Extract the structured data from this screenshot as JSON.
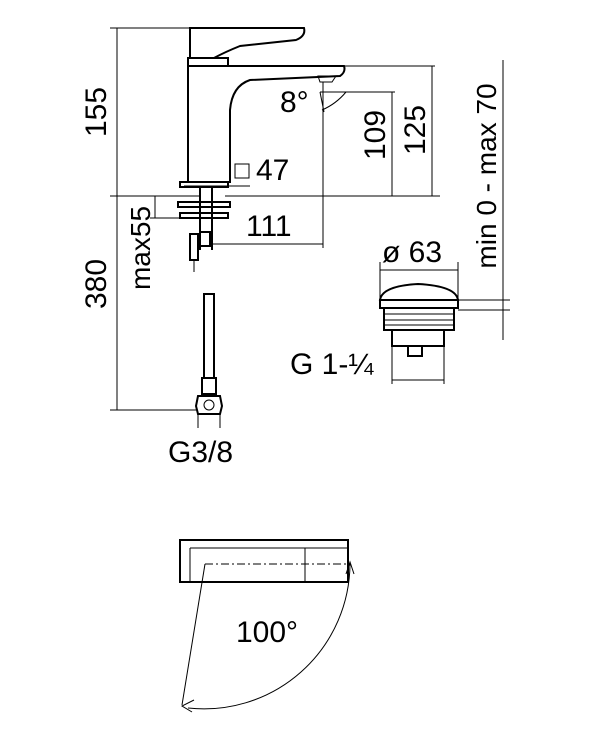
{
  "dimensions": {
    "height_total": "155",
    "spout_angle": "8°",
    "spout_height_1": "109",
    "spout_height_2": "125",
    "body_square": "47",
    "max_deck": "max55",
    "reach": "111",
    "hose_length": "380",
    "waste_diameter": "ø 63",
    "waste_adjust": "min 0 - max 70",
    "waste_thread": "G 1-¼",
    "hose_thread": "G3/8",
    "rotation_angle": "100°"
  },
  "icons": {
    "square_symbol": "square-section-icon"
  }
}
